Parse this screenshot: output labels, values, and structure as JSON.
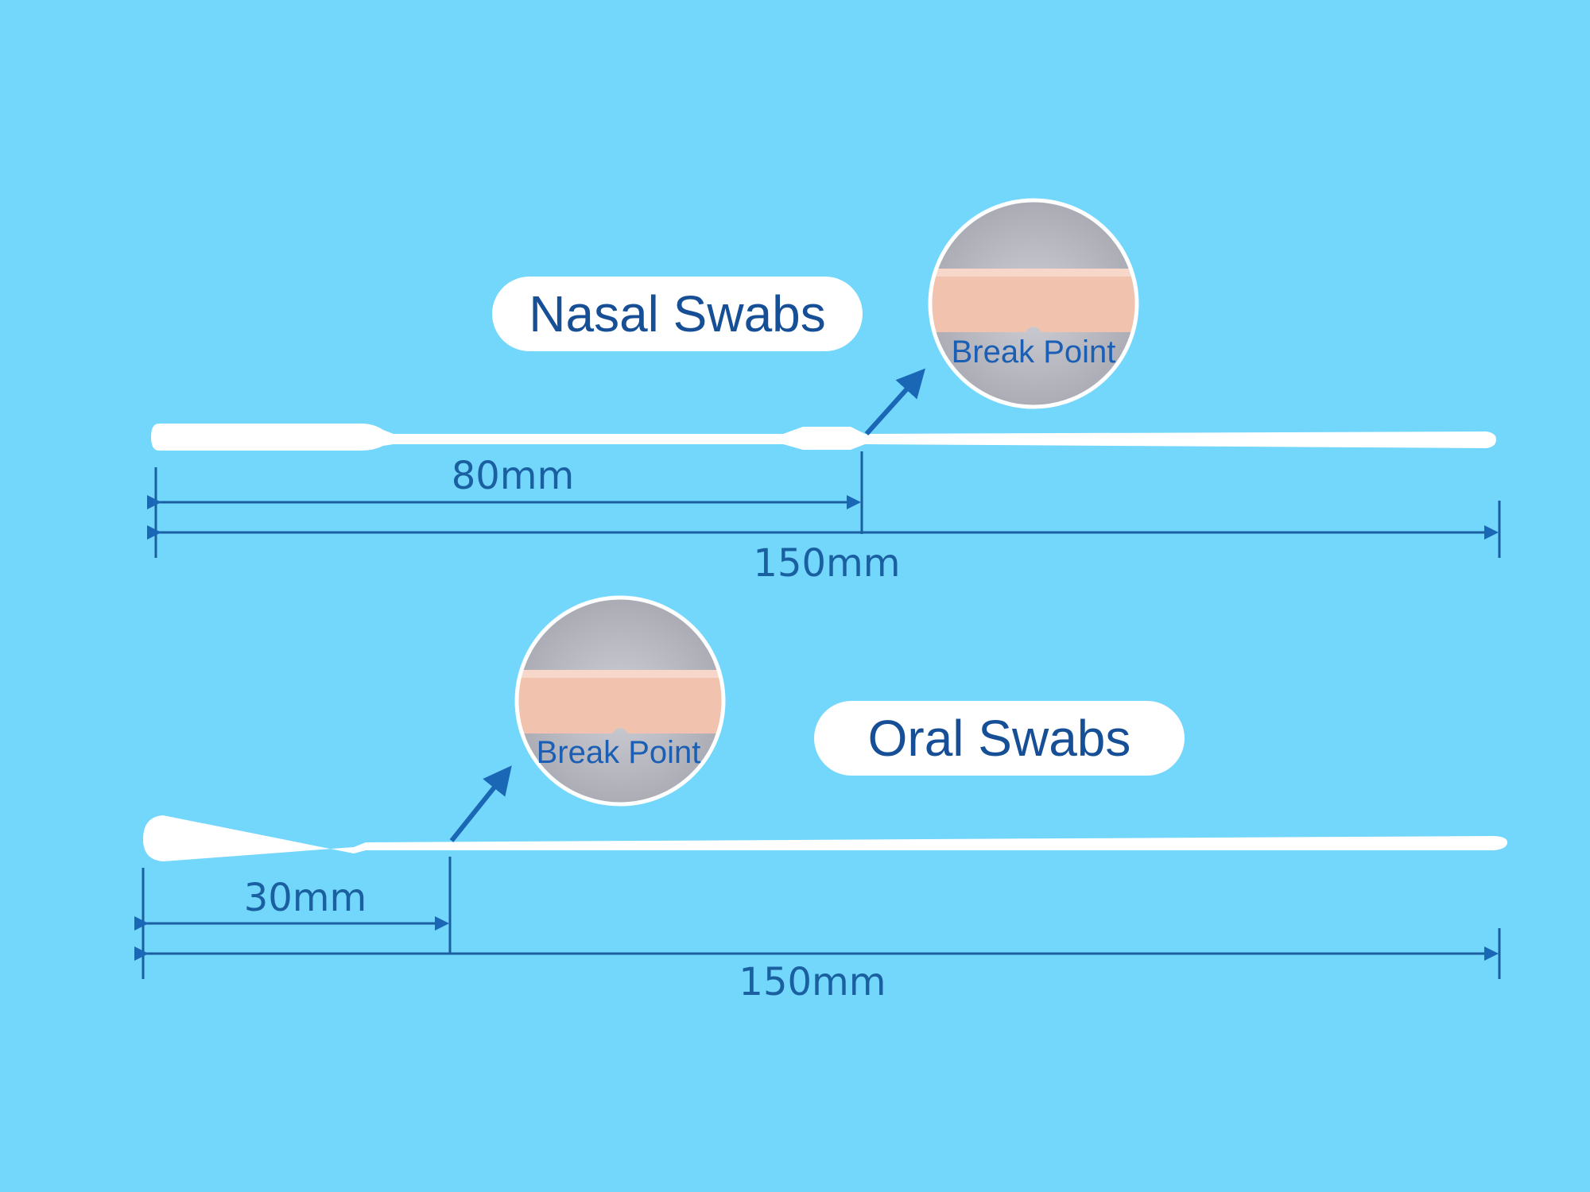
{
  "nasal": {
    "title": "Nasal Swabs",
    "break_label": "Break Point",
    "break_length": "80mm",
    "total_length": "150mm"
  },
  "oral": {
    "title": "Oral Swabs",
    "break_label": "Break Point",
    "break_length": "30mm",
    "total_length": "150mm"
  },
  "colors": {
    "background": "#73d6fb",
    "label_text": "#174f96",
    "dimension_line": "#1a5fa0",
    "swab": "#ffffff",
    "handle_zoom": "#f1c2ae"
  }
}
